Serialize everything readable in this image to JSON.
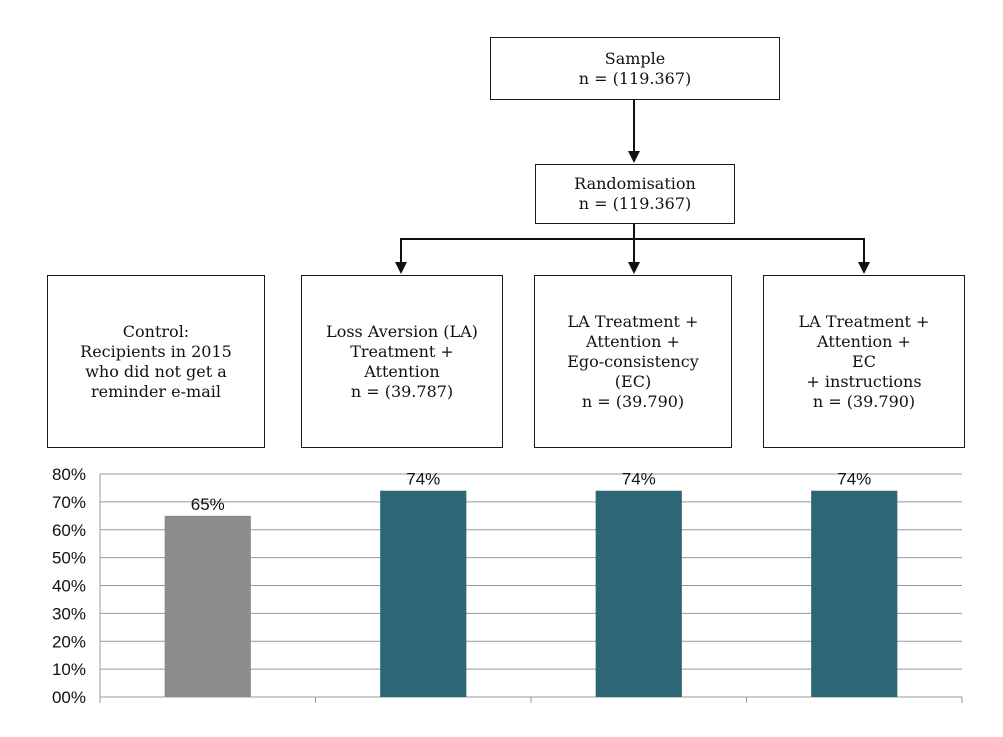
{
  "flow": {
    "sample": {
      "title": "Sample",
      "n": "n = (119.367)"
    },
    "randomisation": {
      "title": "Randomisation",
      "n": "n = (119.367)"
    },
    "groups": [
      {
        "lines": [
          "Control:",
          "Recipients in 2015",
          "who did not get a",
          "reminder e-mail"
        ]
      },
      {
        "lines": [
          "Loss Aversion (LA)",
          "Treatment +",
          "Attention",
          "n = (39.787)"
        ]
      },
      {
        "lines": [
          "LA Treatment +",
          "Attention +",
          "Ego-consistency",
          "(EC)",
          "n = (39.790)"
        ]
      },
      {
        "lines": [
          "LA Treatment +",
          "Attention +",
          "EC",
          "+ instructions",
          "n = (39.790)"
        ]
      }
    ]
  },
  "chart_data": {
    "type": "bar",
    "categories": [
      "",
      "",
      "",
      ""
    ],
    "values": [
      65,
      74,
      74,
      74
    ],
    "data_labels": [
      "65%",
      "74%",
      "74%",
      "74%"
    ],
    "ylim": [
      0,
      80
    ],
    "yticks": [
      0,
      10,
      20,
      30,
      40,
      50,
      60,
      70,
      80
    ],
    "ytick_labels": [
      "00%",
      "10%",
      "20%",
      "30%",
      "40%",
      "50%",
      "60%",
      "70%",
      "80%"
    ],
    "grid": true,
    "colors": [
      "#8c8c8c",
      "#2d6775",
      "#2d6775",
      "#2d6775"
    ],
    "grid_color": "#999999"
  }
}
